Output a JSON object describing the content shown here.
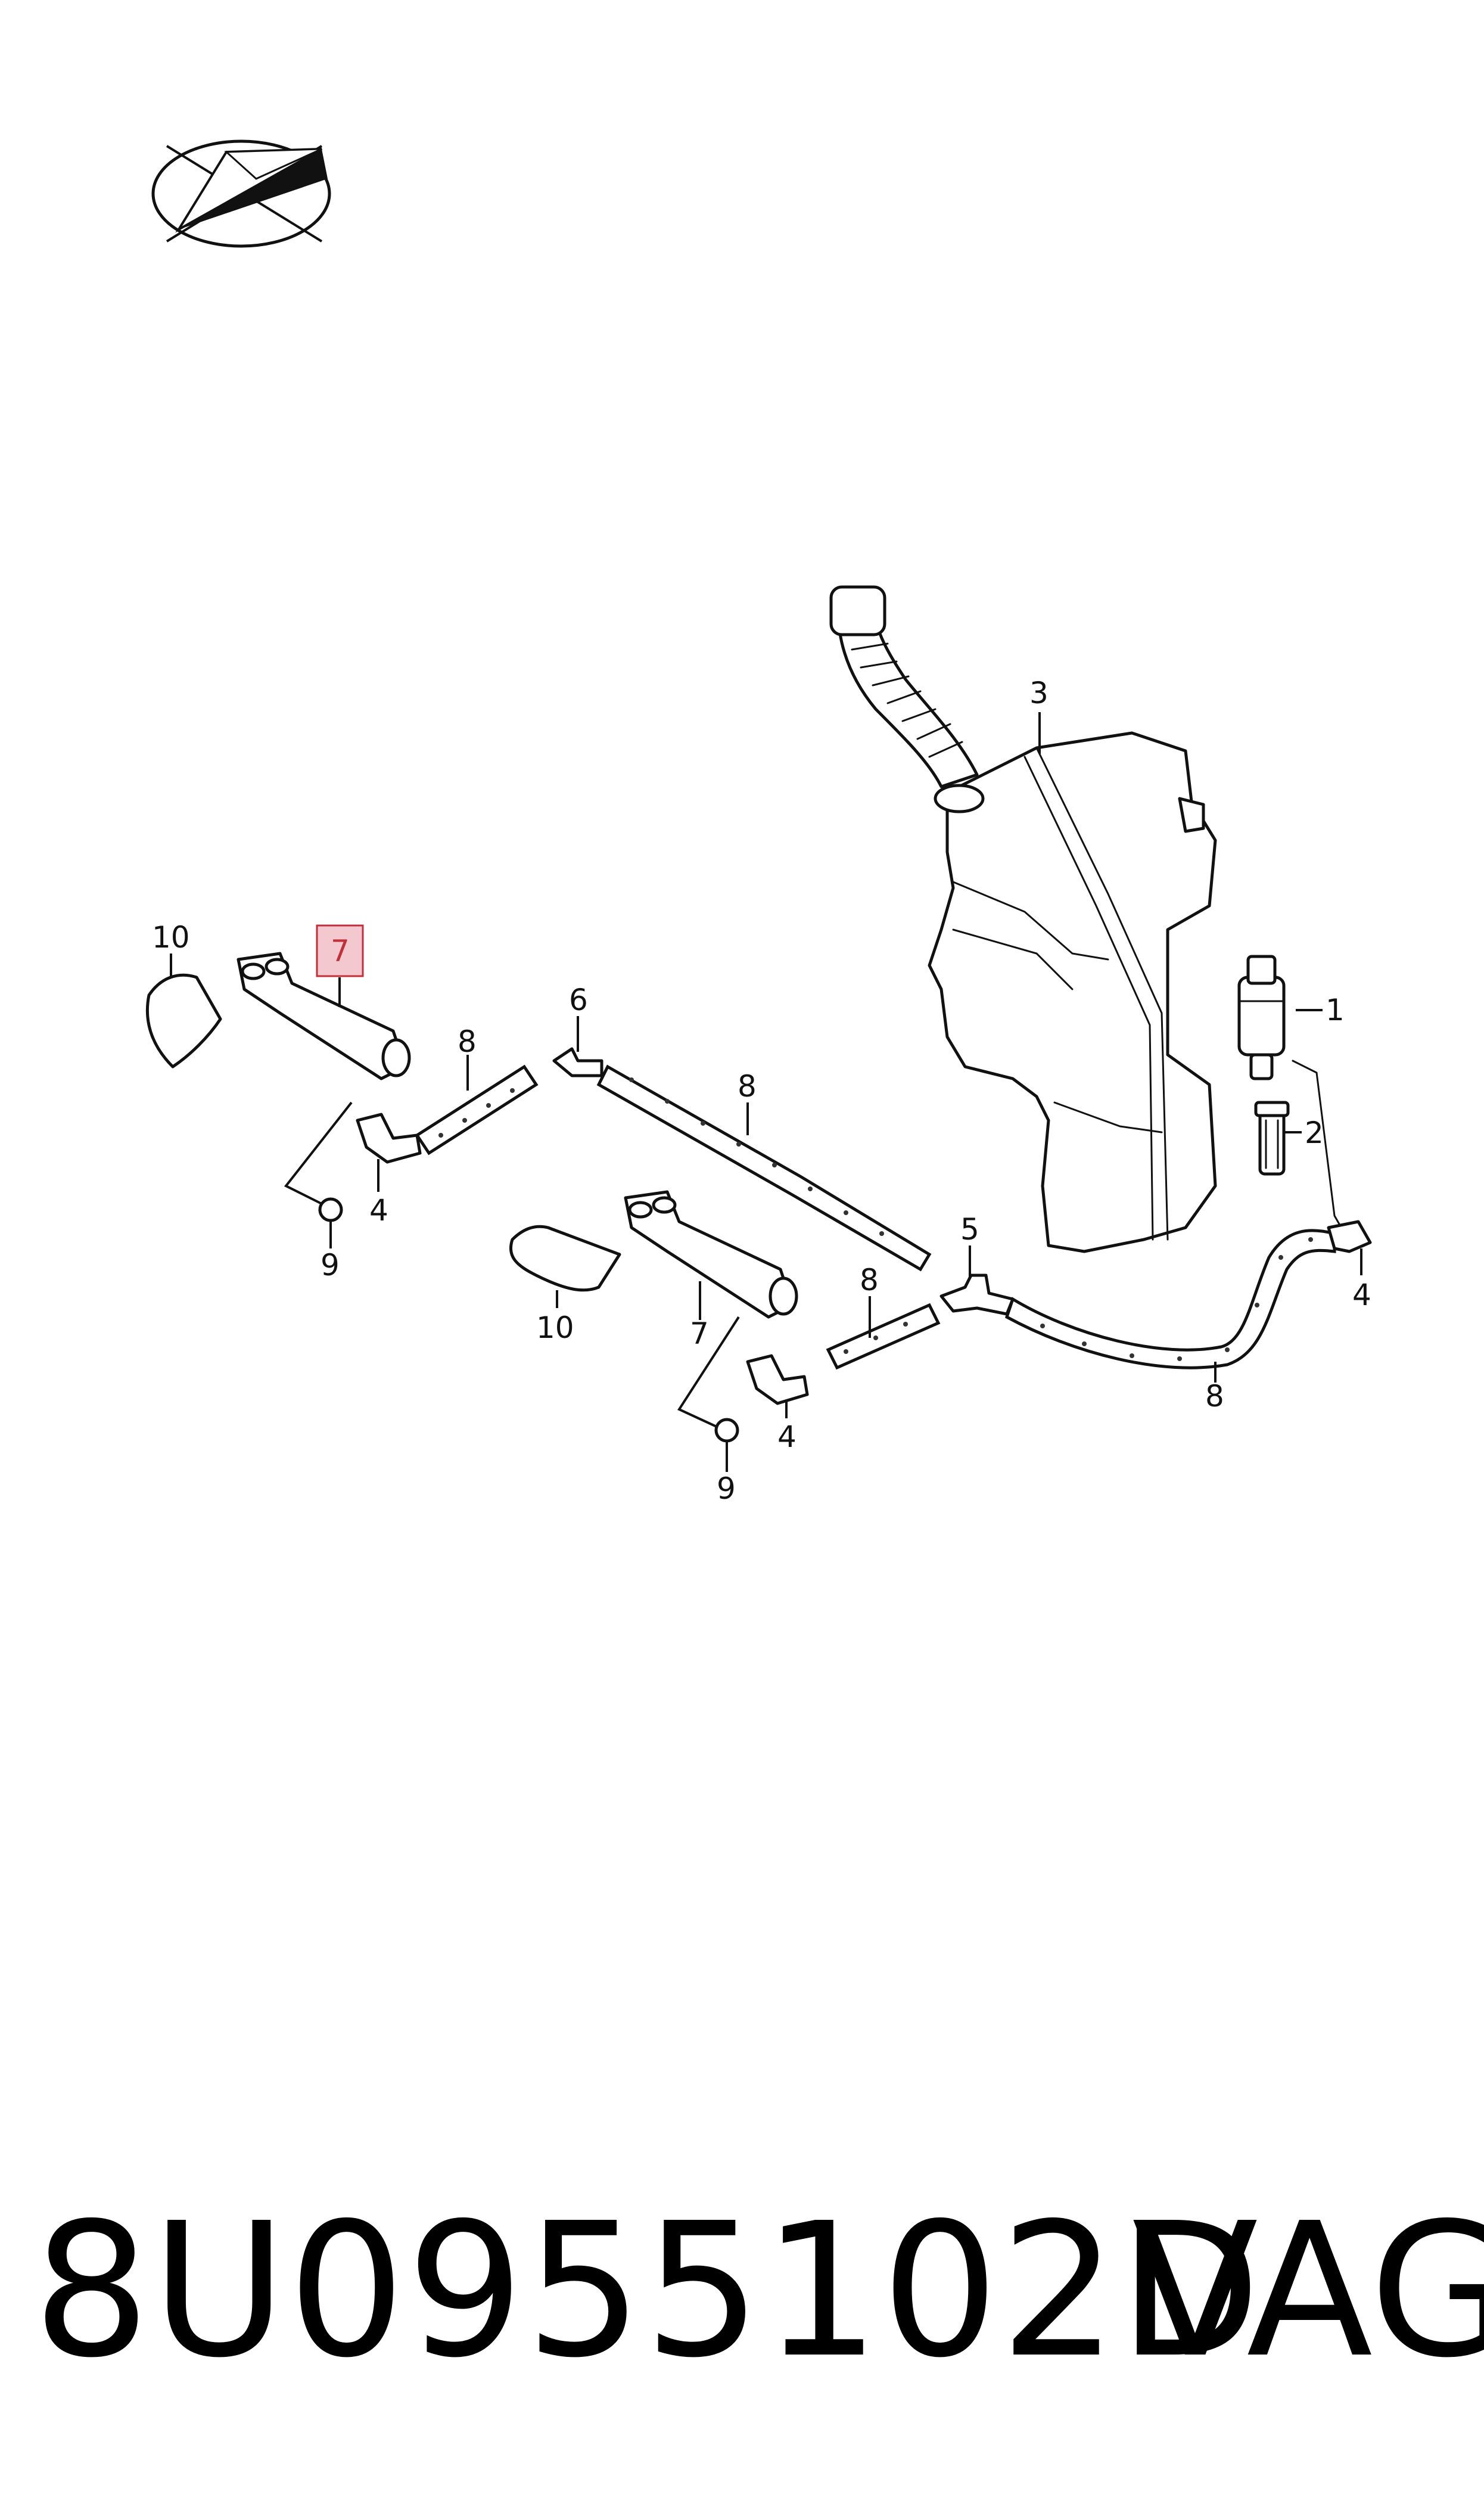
{
  "callouts": {
    "c1": "1",
    "c2": "2",
    "c3": "3",
    "c4a": "4",
    "c4b": "4",
    "c4c": "4",
    "c5": "5",
    "c6": "6",
    "c7a": "7",
    "c7b": "7",
    "c8a": "8",
    "c8b": "8",
    "c8c": "8",
    "c8d": "8",
    "c9a": "9",
    "c9b": "9",
    "c10a": "10",
    "c10b": "10"
  },
  "highlight_color": "#f3c8cf",
  "footer": {
    "part_number": "8U0955102D",
    "brand": "VAG"
  }
}
